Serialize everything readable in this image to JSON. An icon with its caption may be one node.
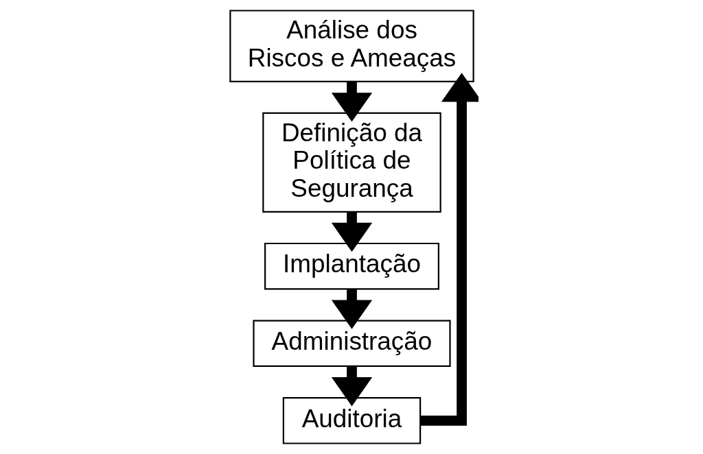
{
  "diagram": {
    "nodes": [
      {
        "text": [
          "Análise dos Riscos e Ameaças"
        ]
      },
      {
        "text": [
          "Definição da Política de Segurança"
        ]
      },
      {
        "text": [
          "Implantação"
        ]
      },
      {
        "text": [
          "Administração"
        ]
      },
      {
        "text": [
          "Auditoria"
        ]
      }
    ],
    "edges": [
      {
        "from": 0,
        "to": 1,
        "arrow": "to"
      },
      {
        "from": 1,
        "to": 2,
        "arrow": "to"
      },
      {
        "from": 2,
        "to": 3,
        "arrow": "to"
      },
      {
        "from": 3,
        "to": 4,
        "arrow": "to"
      },
      {
        "from": 4,
        "to": 0,
        "arrow": "to"
      }
    ]
  }
}
